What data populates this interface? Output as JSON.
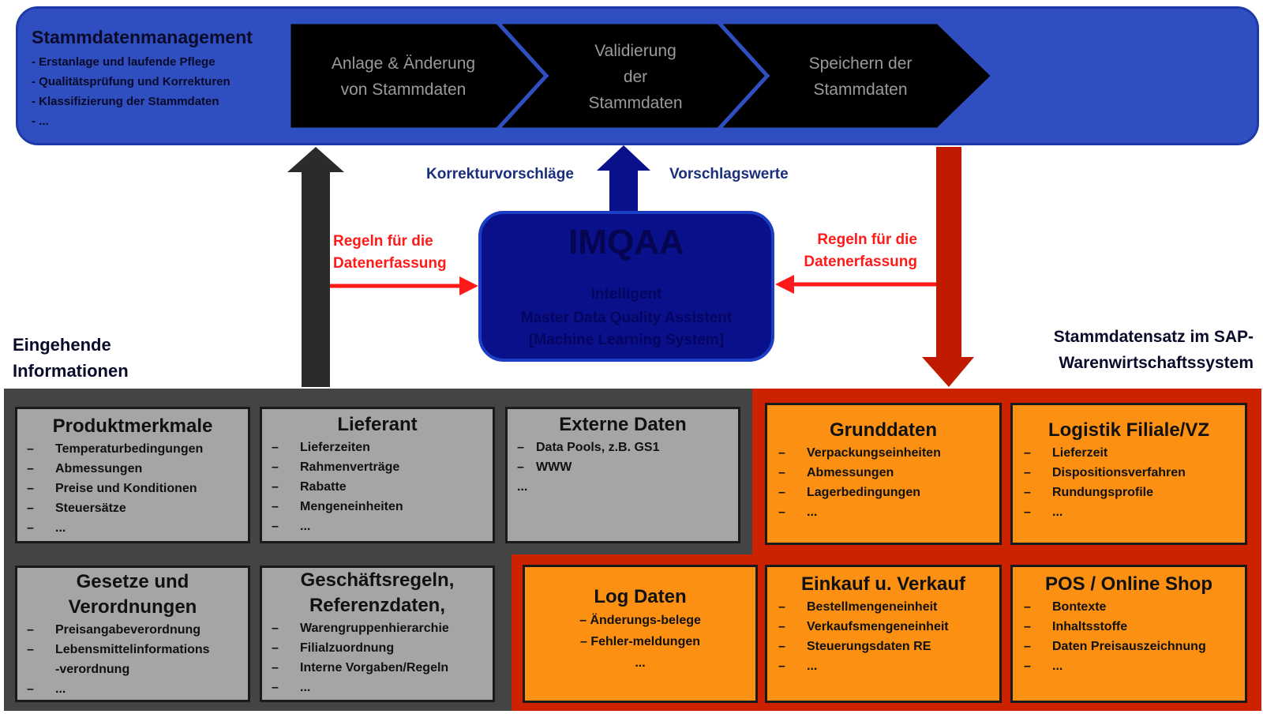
{
  "top": {
    "title": "Stammdatenmanagement",
    "items": [
      "- Erstanlage und laufende Pflege",
      "- Qualitätsprüfung und Korrekturen",
      "- Klassifizierung der Stammdaten",
      "- ..."
    ],
    "steps": [
      [
        "Anlage & Änderung",
        "von Stammdaten"
      ],
      [
        "Validierung",
        "der",
        "Stammdaten"
      ],
      [
        "Speichern der",
        "Stammdaten"
      ]
    ]
  },
  "labels": {
    "korrektur": "Korrekturvorschläge",
    "vorschlag": "Vorschlagswerte",
    "regeln_left": [
      "Regeln für die",
      "Datenerfassung"
    ],
    "regeln_right": [
      "Regeln für die",
      "Datenerfassung"
    ],
    "eingehende": [
      "Eingehende",
      "Informationen"
    ],
    "stammdatensatz": [
      "Stammdatensatz im SAP-",
      "Warenwirtschaftssystem"
    ]
  },
  "imqaa": {
    "title": "IMQAA",
    "lines": [
      "Intelligent",
      "Master Data Quality Assistent",
      "[Machine Learning System]"
    ]
  },
  "boxes": {
    "produktmerkmale": {
      "title": [
        "Produktmerkmale"
      ],
      "items": [
        "Temperaturbedingungen",
        "Abmessungen",
        "Preise und Konditionen",
        "Steuersätze",
        "..."
      ]
    },
    "lieferant": {
      "title": [
        "Lieferant"
      ],
      "items": [
        "Lieferzeiten",
        "Rahmenverträge",
        "Rabatte",
        "Mengeneinheiten",
        "..."
      ]
    },
    "externe": {
      "title": [
        "Externe Daten"
      ],
      "items": [
        "Data Pools, z.B. GS1",
        "WWW",
        ""
      ],
      "trailing": "..."
    },
    "gesetze": {
      "title": [
        "Gesetze und",
        "Verordnungen"
      ],
      "items": [
        "Preisangabeverordnung",
        "Lebensmittelinformations",
        "",
        "..."
      ],
      "continuation": "-verordnung"
    },
    "geschaeft": {
      "title": [
        "Geschäftsregeln,",
        "Referenzdaten,"
      ],
      "items": [
        "Warengruppenhierarchie",
        "Filialzuordnung",
        "Interne Vorgaben/Regeln",
        "..."
      ]
    },
    "grunddaten": {
      "title": [
        "Grunddaten"
      ],
      "items": [
        "Verpackungseinheiten",
        "Abmessungen",
        "Lagerbedingungen",
        "..."
      ]
    },
    "logistik": {
      "title": [
        "Logistik Filiale/VZ"
      ],
      "items": [
        "Lieferzeit",
        "Dispositionsverfahren",
        "Rundungsprofile",
        "..."
      ]
    },
    "log": {
      "title": [
        "Log Daten"
      ],
      "items": [
        "Änderungs-belege",
        "Fehler-meldungen"
      ],
      "trailing": "..."
    },
    "einkauf": {
      "title": [
        "Einkauf u. Verkauf"
      ],
      "items": [
        "Bestellmengeneinheit",
        "Verkaufsmengeneinheit",
        "Steuerungsdaten RE",
        "..."
      ]
    },
    "pos": {
      "title": [
        "POS / Online Shop"
      ],
      "items": [
        "Bontexte",
        "Inhaltsstoffe",
        "Daten Preisauszeichnung",
        "..."
      ]
    }
  },
  "colors": {
    "banner": "#2f4fc1",
    "chevron": "#000000",
    "imqaa": "#0a0f8a",
    "grey_box": "#a5a5a5",
    "orange_box": "#fb9012",
    "red_panel": "#cc2200",
    "dark_panel": "#444444",
    "rule_arrow": "#ff1a1a"
  }
}
